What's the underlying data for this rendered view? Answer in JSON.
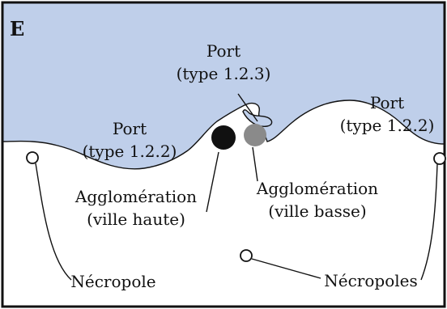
{
  "panel_letter": "E",
  "labels": {
    "port_left": {
      "line1": "Port",
      "line2": "(type 1.2.2)"
    },
    "port_center": {
      "line1": "Port",
      "line2": "(type 1.2.3)"
    },
    "port_right": {
      "line1": "Port",
      "line2": "(type 1.2.2)"
    },
    "agglo_haute": {
      "line1": "Agglomération",
      "line2": "(ville haute)"
    },
    "agglo_basse": {
      "line1": "Agglomération",
      "line2": "(ville basse)"
    },
    "necropole_left": "Nécropole",
    "necropoles_right": "Nécropoles"
  },
  "colors": {
    "sea": "#bfcfea",
    "land": "#ffffff",
    "frame": "#111111",
    "ville_haute": "#111111",
    "ville_basse": "#8a8a8a"
  }
}
